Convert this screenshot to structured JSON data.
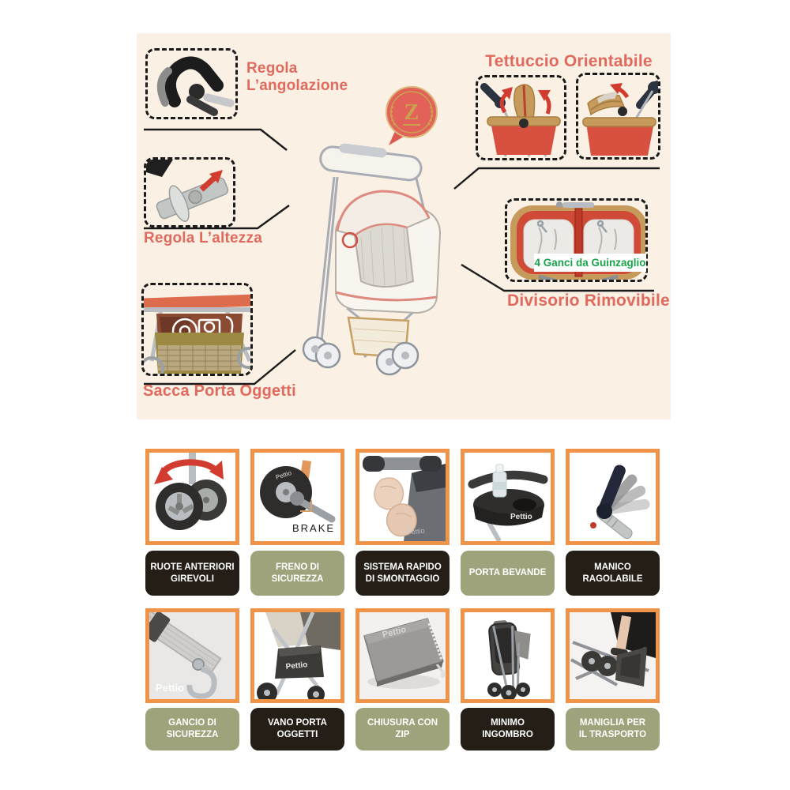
{
  "colors": {
    "panel_bg": "#faf0e3",
    "accent_coral": "#e06a5e",
    "tile_border": "#f0944a",
    "label_dark": "#241e17",
    "label_green": "#9fa37b",
    "hook_text_green": "#18a449",
    "badge_red": "#e2625a",
    "badge_gold": "#c9a24e",
    "arrow_red": "#d23b2f"
  },
  "top_panel": {
    "features": {
      "angolazione": {
        "title": "Regola\nL’angolazione",
        "image": "handle-angle-adjuster-photo"
      },
      "altezza": {
        "title": "Regola L’altezza",
        "image": "height-adjuster-pin-photo"
      },
      "sacca": {
        "title": "Sacca Porta Oggetti",
        "image": "storage-bag-photo"
      },
      "tettuccio": {
        "title": "Tettuccio Orientabile",
        "images": [
          "canopy-upright-photo",
          "canopy-folded-photo"
        ]
      },
      "divisorio": {
        "title": "Divisorio Rimovibile",
        "overlay_label": "4 Ganci da Guinzaglio",
        "image": "removable-divider-photo"
      }
    },
    "badge": {
      "letter": "Z"
    },
    "stroller_image": "pet-stroller-sketch-illustration"
  },
  "bottom_grid": {
    "tiles": [
      {
        "label": "RUOTE ANTERIORI\nGIREVOLI",
        "style": "dark",
        "image": "swivel-front-wheels-photo"
      },
      {
        "label": "FRENO DI\nSICUREZZA",
        "style": "green",
        "image": "brake-wheel-photo",
        "annotation": "BRAKE",
        "watermark": "Pettio"
      },
      {
        "label": "SISTEMA RAPIDO\nDI SMONTAGGIO",
        "style": "dark",
        "image": "quick-release-photo",
        "watermark": "Pettio"
      },
      {
        "label": "PORTA BEVANDE",
        "style": "green",
        "image": "cup-holder-photo",
        "watermark": "Pettio"
      },
      {
        "label": "MANICO\nRAGOLABILE",
        "style": "dark",
        "image": "adjustable-handle-photo"
      },
      {
        "label": "GANCIO DI\nSICUREZZA",
        "style": "green",
        "image": "safety-hook-photo",
        "watermark": "Pettio"
      },
      {
        "label": "VANO PORTA\nOGGETTI",
        "style": "dark",
        "image": "storage-compartment-photo",
        "watermark": "Pettio"
      },
      {
        "label": "CHIUSURA CON\nZIP",
        "style": "green",
        "image": "zip-closure-photo",
        "watermark": "Pettio"
      },
      {
        "label": "MINIMO\nINGOMBRO",
        "style": "dark",
        "image": "folded-stroller-photo"
      },
      {
        "label": "MANIGLIA PER\nIL TRASPORTO",
        "style": "green",
        "image": "carrying-handle-photo"
      }
    ]
  }
}
